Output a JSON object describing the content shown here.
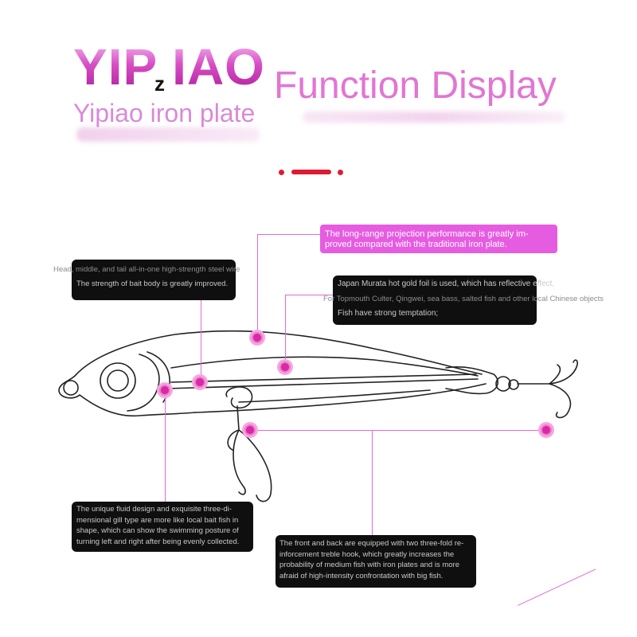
{
  "header": {
    "brand_left": "YIP",
    "brand_z": "z",
    "brand_right": "IAO",
    "subtitle": "Yipiao iron plate",
    "headline": "Function Display"
  },
  "callouts": {
    "top_right": [
      "The long-range projection performance is greatly im-",
      "proved compared with the traditional iron plate."
    ],
    "top_left": [
      "Head, middle, and tail all-in-one high-strength steel wire",
      "The strength of bait body is greatly improved."
    ],
    "mid_right": [
      "Japan Murata hot gold foil is used, which has reflective effect,",
      "For Topmouth Culter, Qingwei, sea bass, salted fish and other local Chinese objects",
      "Fish have strong temptation;"
    ],
    "bottom_left": [
      "The unique fluid design and exquisite three-di-",
      "mensional gill type are more like local bait fish in",
      "shape, which can show the swimming posture of",
      "turning left and right after being evenly collected."
    ],
    "bottom_right": [
      "The front and back are equipped with two three-fold re-",
      "inforcement treble hook, which greatly increases the",
      "probability of medium fish with iron plates and is more",
      "afraid of high-intensity confrontation with big fish."
    ]
  },
  "colors": {
    "accent_pink": "#e65ce1",
    "separator_red": "#e01a32",
    "box_dark": "#0f0f10"
  }
}
